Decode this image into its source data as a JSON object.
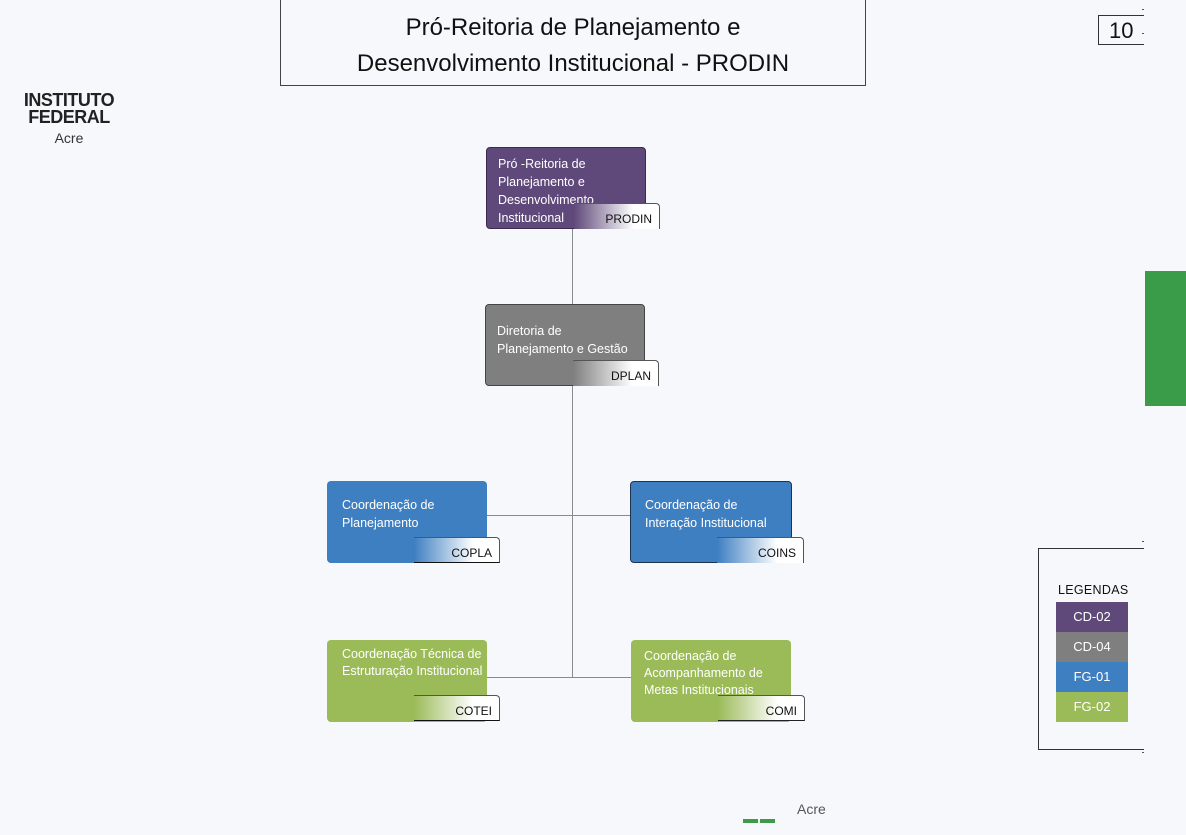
{
  "header": {
    "title_line1": "Pró-Reitoria  de  Planejamento e",
    "title_line2": "Desenvolvimento Institucional - PRODIN",
    "page_number": "10"
  },
  "logo": {
    "line1": "INSTITUTO",
    "line2": "FEDERAL",
    "line3": "Acre"
  },
  "org_chart": {
    "nodes": [
      {
        "id": "prodin",
        "label": "Pró -Reitoria de Planejamento e Desenvolvimento Institucional",
        "code": "PRODIN",
        "level": "CD-02"
      },
      {
        "id": "dplan",
        "label": "Diretoria de Planejamento e Gestão",
        "code": "DPLAN",
        "level": "CD-04"
      },
      {
        "id": "copla",
        "label": "Coordenação de Planejamento",
        "code": "COPLA",
        "level": "FG-01"
      },
      {
        "id": "coins",
        "label": "Coordenação de Interação Institucional",
        "code": "COINS",
        "level": "FG-01"
      },
      {
        "id": "cotei",
        "label": "Coordenação Técnica de Estruturação Institucional",
        "code": "COTEI",
        "level": "FG-02"
      },
      {
        "id": "comi",
        "label": "Coordenação de Acompanhamento de Metas Institucionais",
        "code": "COMI",
        "level": "FG-02"
      }
    ],
    "edges": [
      [
        "prodin",
        "dplan"
      ],
      [
        "dplan",
        "copla"
      ],
      [
        "dplan",
        "coins"
      ],
      [
        "dplan",
        "cotei"
      ],
      [
        "dplan",
        "comi"
      ]
    ]
  },
  "legend": {
    "title": "LEGENDAS",
    "items": [
      {
        "label": "CD-02",
        "color": "#5f497a"
      },
      {
        "label": "CD-04",
        "color": "#7f7f7f"
      },
      {
        "label": "FG-01",
        "color": "#3e7fc1"
      },
      {
        "label": "FG-02",
        "color": "#9bbb59"
      }
    ]
  },
  "colors": {
    "cd02": "#5f497a",
    "cd04": "#7f7f7f",
    "fg01": "#3e7fc1",
    "fg02": "#9bbb59",
    "side_bar": "#3a9b48"
  },
  "footer": {
    "text": "Acre"
  }
}
